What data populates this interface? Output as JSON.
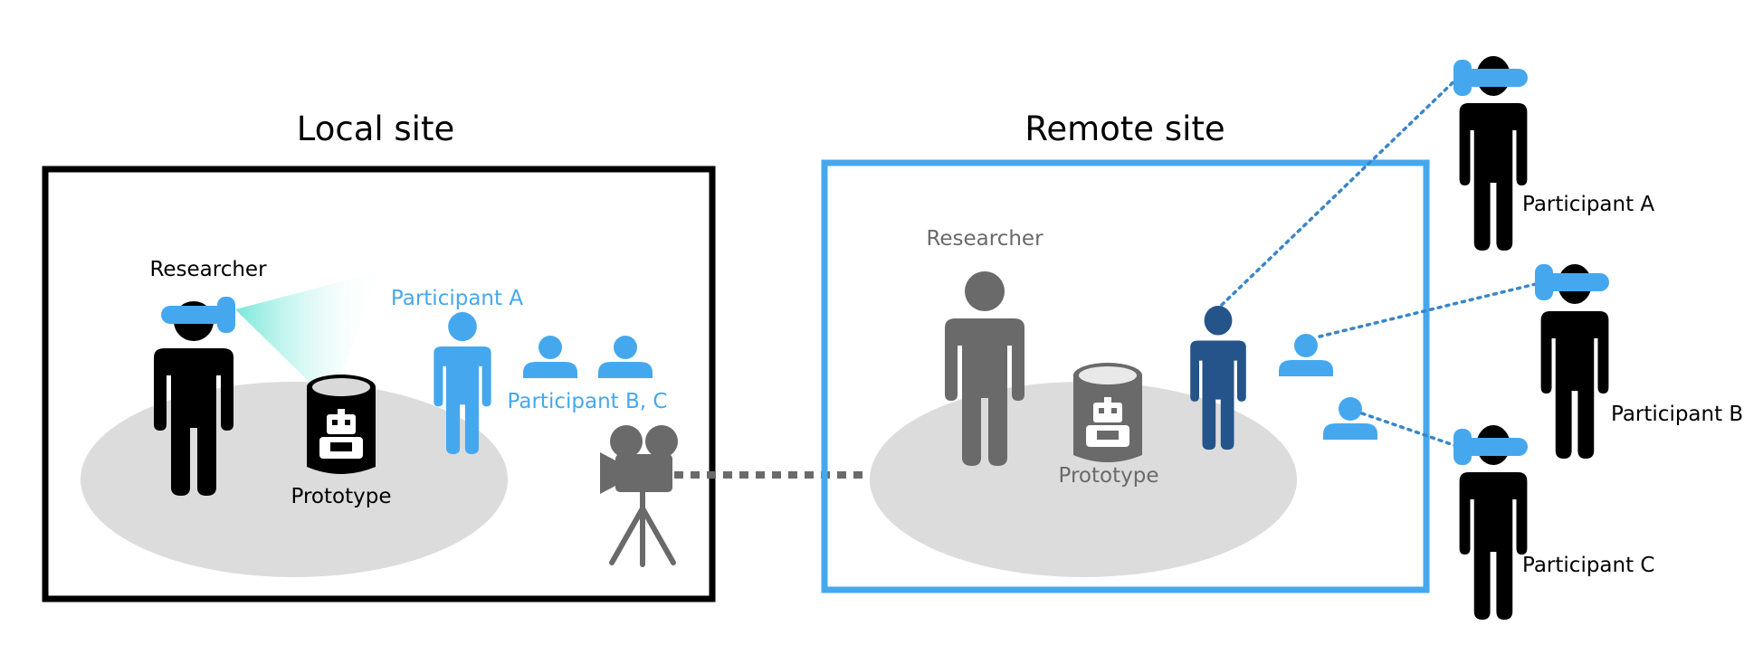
{
  "local_site": {
    "title": "Local site",
    "researcher_label": "Researcher",
    "participant_a_label": "Participant A",
    "participant_bc_label": "Participant B, C",
    "prototype_label": "Prototype"
  },
  "remote_site": {
    "title": "Remote site",
    "researcher_label": "Researcher",
    "prototype_label": "Prototype"
  },
  "remote_participants": {
    "a_label": "Participant A",
    "b_label": "Participant B",
    "c_label": "Participant C"
  },
  "colors": {
    "black": "#000000",
    "blue": "#45a8ee",
    "dark_blue": "#24548a",
    "gray": "#6a6a6a",
    "floor": "#dcdcdc",
    "vr_beam": "#6fe6d6"
  }
}
